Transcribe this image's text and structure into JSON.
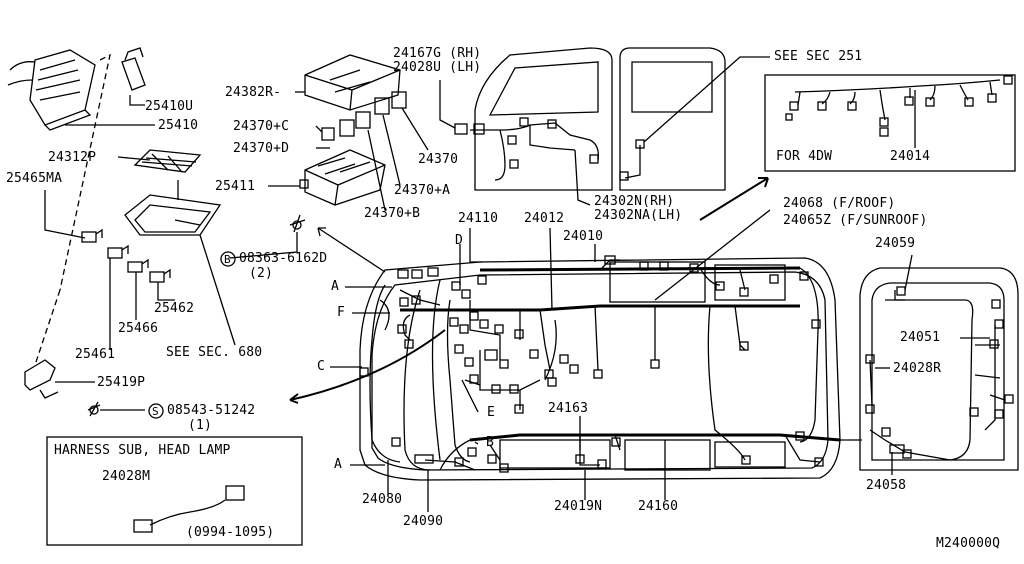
{
  "diagram_id": "M240000Q",
  "insets": {
    "head_lamp": {
      "title": "HARNESS SUB, HEAD LAMP",
      "part": "24028M",
      "range": "(0994-1095)"
    },
    "four_wd": {
      "caption": "FOR 4DW",
      "part": "24014"
    }
  },
  "labels": {
    "p25410U": "25410U",
    "p25410": "25410",
    "p24312P": "24312P",
    "p25465MA": "25465MA",
    "p25462": "25462",
    "p25466": "25466",
    "p25461": "25461",
    "see680": "SEE SEC. 680",
    "p25419P": "25419P",
    "bolt2_num": "08543-51242",
    "bolt2_qty": "(1)",
    "p24382R": "24382R-",
    "p24370C": "24370+C",
    "p24370D": "24370+D",
    "p25411": "25411",
    "bolt1_num": "08363-6162D",
    "bolt1_qty": "(2)",
    "p24370": "24370",
    "p24370A": "24370+A",
    "p24370B": "24370+B",
    "p24167G": "24167G (RH)",
    "p24028U": "24028U (LH)",
    "see251": "SEE SEC 251",
    "p24302N": "24302N(RH)",
    "p24302NA": "24302NA(LH)",
    "p24068": "24068   (F/ROOF)",
    "p24065Z": "24065Z (F/SUNROOF)",
    "p24110": "24110",
    "p24012": "24012",
    "p24010": "24010",
    "p24059": "24059",
    "p24051": "24051",
    "p24028R": "24028R",
    "p24163": "24163",
    "p24080": "24080",
    "p24090": "24090",
    "p24019N": "24019N",
    "p24160": "24160",
    "p24058": "24058",
    "lA1": "A",
    "lA2": "A",
    "lB": "B",
    "lC": "C",
    "lD": "D",
    "lE": "E",
    "lF": "F",
    "circ_b": "B",
    "circ_s": "S"
  }
}
